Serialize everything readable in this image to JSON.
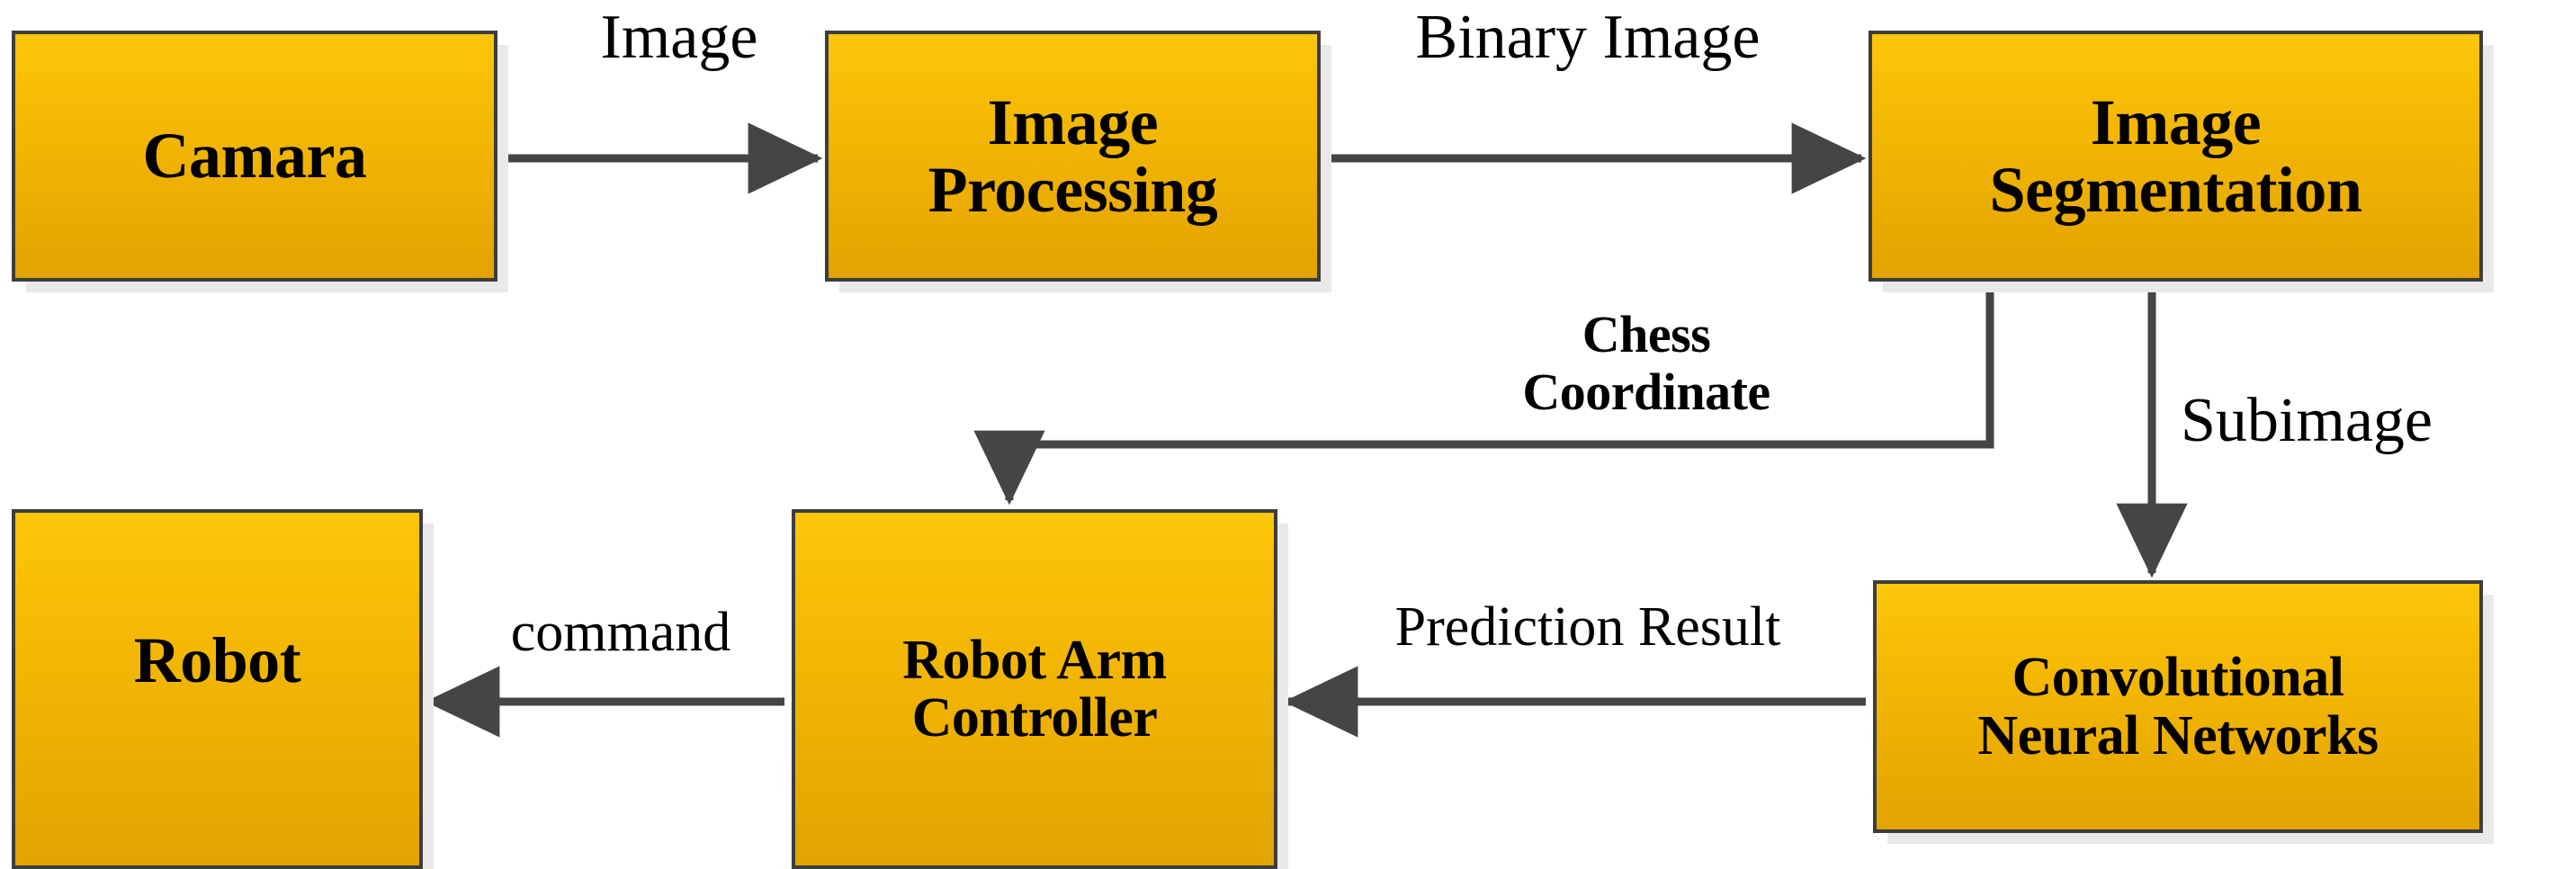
{
  "diagram": {
    "title": "Chess playing robot system pipeline",
    "type": "flowchart",
    "background": "#ffffff",
    "palette": {
      "node_fill_top": "#FCC70B",
      "node_fill_bottom": "#E3A301",
      "node_border": "#3D3D3D",
      "node_shadow": "#E9E9E9",
      "connector": "#454545",
      "text": "#000000"
    },
    "nodes": [
      {
        "id": "camara",
        "label": "Camara"
      },
      {
        "id": "image_proc",
        "label": "Image\nProcessing",
        "line1": "Image",
        "line2": "Processing"
      },
      {
        "id": "image_seg",
        "label": "Image\nSegmentation",
        "line1": "Image",
        "line2": "Segmentation"
      },
      {
        "id": "cnn",
        "label": "Convolutional\nNeural Networks",
        "line1": "Convolutional",
        "line2": "Neural Networks"
      },
      {
        "id": "arm_ctrl",
        "label": "Robot Arm\nController",
        "line1": "Robot Arm",
        "line2": "Controller"
      },
      {
        "id": "robot",
        "label": "Robot"
      }
    ],
    "edges": [
      {
        "id": "e1",
        "from": "camara",
        "to": "image_proc",
        "label": "Image",
        "style": "regular",
        "direction": "right"
      },
      {
        "id": "e2",
        "from": "image_proc",
        "to": "image_seg",
        "label": "Binary Image",
        "style": "regular",
        "direction": "right"
      },
      {
        "id": "e3",
        "from": "image_seg",
        "to": "arm_ctrl",
        "label_line1": "Chess",
        "label_line2": "Coordinate",
        "style": "bold",
        "direction": "elbow-down-left-down"
      },
      {
        "id": "e4",
        "from": "image_seg",
        "to": "cnn",
        "label": "Subimage",
        "style": "regular",
        "direction": "down"
      },
      {
        "id": "e5",
        "from": "cnn",
        "to": "arm_ctrl",
        "label": "Prediction Result",
        "style": "regular",
        "direction": "left"
      },
      {
        "id": "e6",
        "from": "arm_ctrl",
        "to": "robot",
        "label": "command",
        "style": "regular",
        "direction": "left"
      }
    ]
  }
}
